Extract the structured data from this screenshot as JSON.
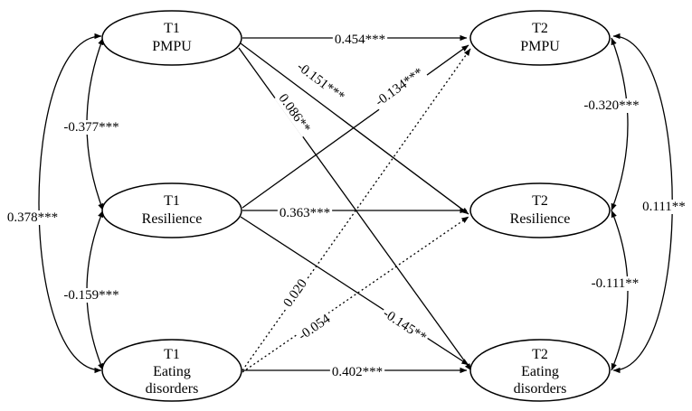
{
  "nodes": {
    "t1_pmpu": {
      "line1": "T1",
      "line2": "PMPU"
    },
    "t1_resilience": {
      "line1": "T1",
      "line2": "Resilience"
    },
    "t1_eating": {
      "line1": "T1",
      "line2": "Eating",
      "line3": "disorders"
    },
    "t2_pmpu": {
      "line1": "T2",
      "line2": "PMPU"
    },
    "t2_resilience": {
      "line1": "T2",
      "line2": "Resilience"
    },
    "t2_eating": {
      "line1": "T2",
      "line2": "Eating",
      "line3": "disorders"
    }
  },
  "paths": {
    "pmpu_to_pmpu": "0.454***",
    "pmpu_to_resilience": "-0.151***",
    "pmpu_to_eating": "0.086**",
    "resilience_to_pmpu": "-0.134***",
    "resilience_to_resilience": "0.363***",
    "resilience_to_eating": "-0.145**",
    "eating_to_pmpu": "0.020",
    "eating_to_resilience": "-0.054",
    "eating_to_eating": "0.402***"
  },
  "covariances": {
    "t1_pmpu_resilience": "-0.377***",
    "t1_resilience_eating": "-0.159***",
    "t1_pmpu_eating": "0.378***",
    "t2_pmpu_resilience": "-0.320***",
    "t2_resilience_eating": "-0.111**",
    "t2_pmpu_eating": "0.111**"
  }
}
